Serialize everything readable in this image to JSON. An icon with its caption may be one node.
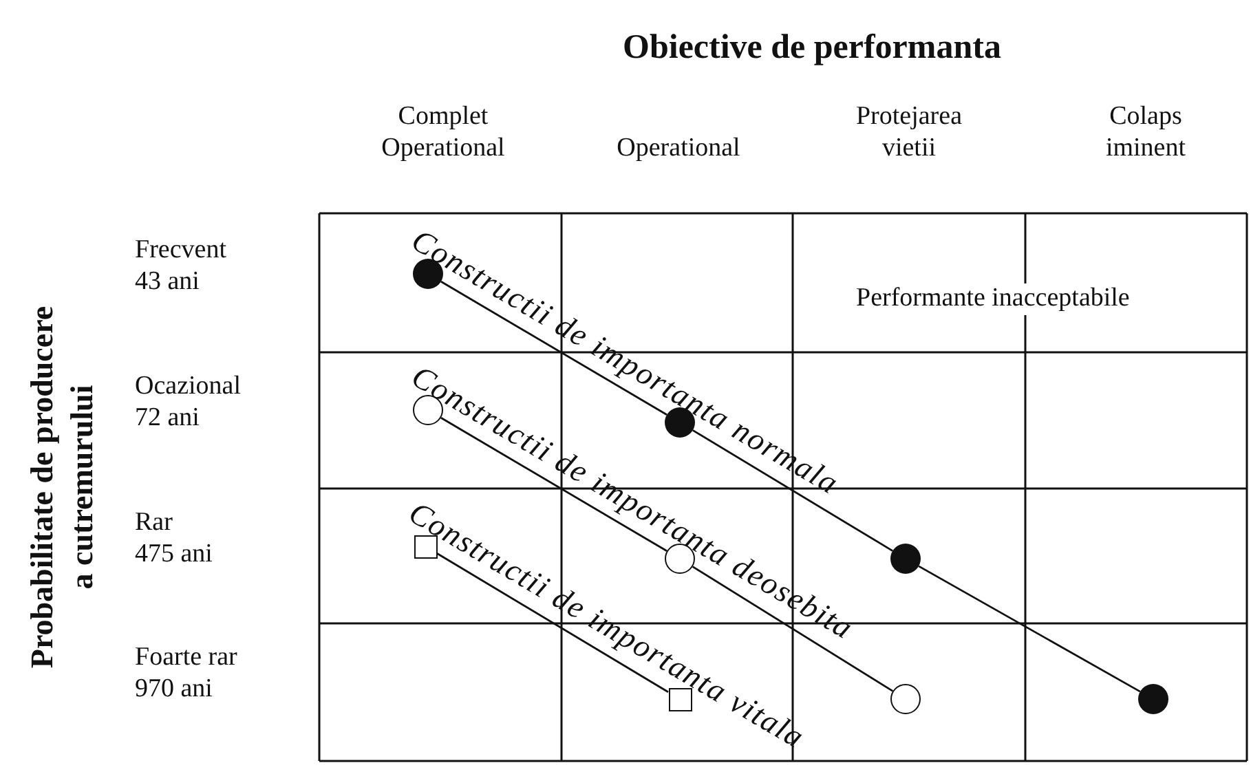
{
  "diagram": {
    "title": "Obiective de performanta",
    "nodes": [
      {
        "text": [],
        "shape": "dot"
      },
      {
        "text": [],
        "shape": "dot"
      },
      {
        "text": [],
        "shape": "dot"
      },
      {
        "text": [],
        "shape": "dot"
      },
      {
        "text": [],
        "shape": "circle"
      },
      {
        "text": [],
        "shape": "circle"
      },
      {
        "text": [],
        "shape": "circle"
      },
      {
        "text": [],
        "shape": "box"
      },
      {
        "text": [],
        "shape": "box"
      }
    ],
    "edges": [
      {
        "from": 0,
        "to": 1,
        "arrow": "none"
      },
      {
        "from": 1,
        "to": 2,
        "arrow": "none"
      },
      {
        "from": 2,
        "to": 3,
        "arrow": "none"
      },
      {
        "from": 4,
        "to": 5,
        "arrow": "none"
      },
      {
        "from": 5,
        "to": 6,
        "arrow": "none"
      },
      {
        "from": 7,
        "to": 8,
        "arrow": "none"
      }
    ],
    "labels": [
      "Complet Operational",
      "Operational",
      "Protejarea vietii",
      "Colaps iminent",
      "Probabilitate de producere a cutremurului",
      "Frecvent",
      "43 ani",
      "Performante inacceptabile",
      "Ocazional",
      "72 ani",
      "Rar",
      "475 ani",
      "Foarte rar",
      "970 ani",
      "Constructii de importanta normala",
      "Constructii de importanta deosebita",
      "Constructii de importanta vitala"
    ]
  }
}
